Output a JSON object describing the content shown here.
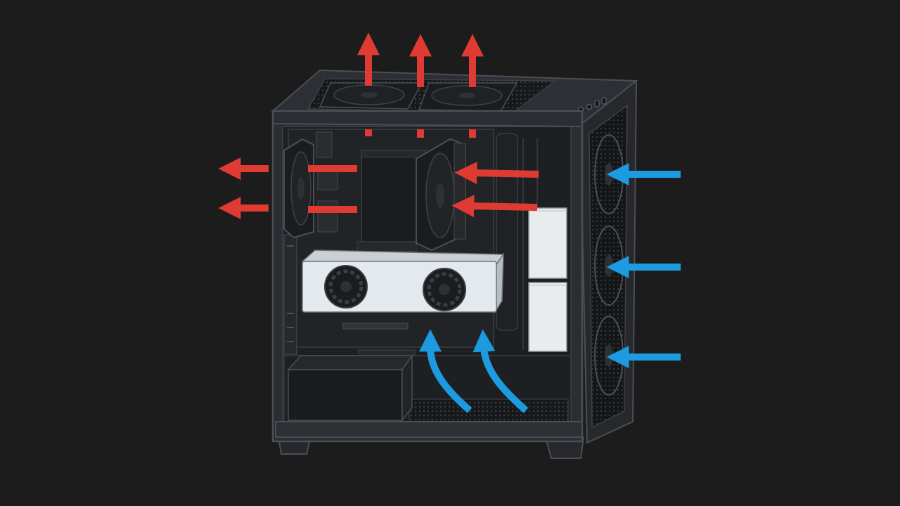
{
  "diagram": {
    "subject": "pc-case-airflow",
    "colors": {
      "background": "#1c1c1c",
      "case_body": "#2a2d31",
      "case_edge": "#4b4f55",
      "interior": "#1e1f22",
      "component_dark": "#232427",
      "gpu_shroud": "#e4e9ee",
      "drive_bays": "#e9ecef",
      "exhaust_arrow": "#e03b32",
      "intake_arrow": "#1c9be0"
    },
    "airflow": {
      "exhaust_top_count": 3,
      "exhaust_rear_count": 2,
      "cooler_through_count": 2,
      "intake_front_count": 3,
      "intake_bottom_count": 2
    },
    "icons": [
      "fan-icon",
      "arrow-icon"
    ]
  }
}
